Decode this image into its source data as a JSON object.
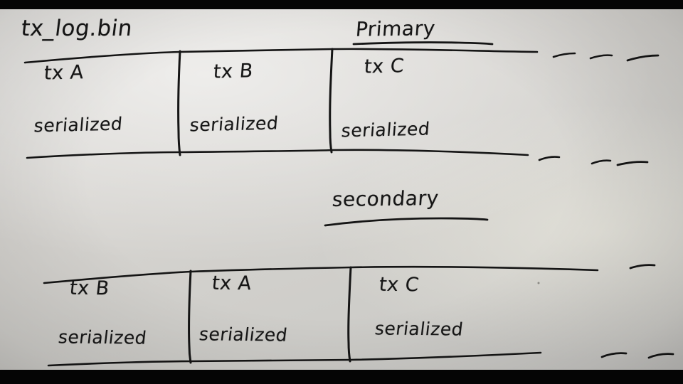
{
  "scene": {
    "medium": "whiteboard-photo",
    "title": "tx_log.bin",
    "ink_color": "#161616",
    "board_color": "#d8d6d2",
    "letterbox_color": "#050505"
  },
  "diagram": {
    "type": "binlog-replication-sketch",
    "file_label": "tx_log.bin",
    "nodes": [
      {
        "id": "primary",
        "role_label": "Primary",
        "role_underlined": true,
        "continues": true,
        "entries": [
          {
            "name": "tx A",
            "payload": "serialized"
          },
          {
            "name": "tx B",
            "payload": "serialized"
          },
          {
            "name": "tx C",
            "payload": "serialized"
          }
        ]
      },
      {
        "id": "secondary",
        "role_label": "secondary",
        "role_underlined": true,
        "continues": true,
        "entries": [
          {
            "name": "tx B",
            "payload": "serialized"
          },
          {
            "name": "tx A",
            "payload": "serialized"
          },
          {
            "name": "tx C",
            "payload": "serialized"
          }
        ]
      }
    ]
  },
  "primary": {
    "role": "Primary",
    "cells": [
      {
        "head": "tx A",
        "body": "serialized"
      },
      {
        "head": "tx B",
        "body": "serialized"
      },
      {
        "head": "tx C",
        "body": "serialized"
      }
    ]
  },
  "secondary": {
    "role": "secondary",
    "cells": [
      {
        "head": "tx B",
        "body": "serialized"
      },
      {
        "head": "tx A",
        "body": "serialized"
      },
      {
        "head": "tx C",
        "body": "serialized"
      }
    ]
  }
}
